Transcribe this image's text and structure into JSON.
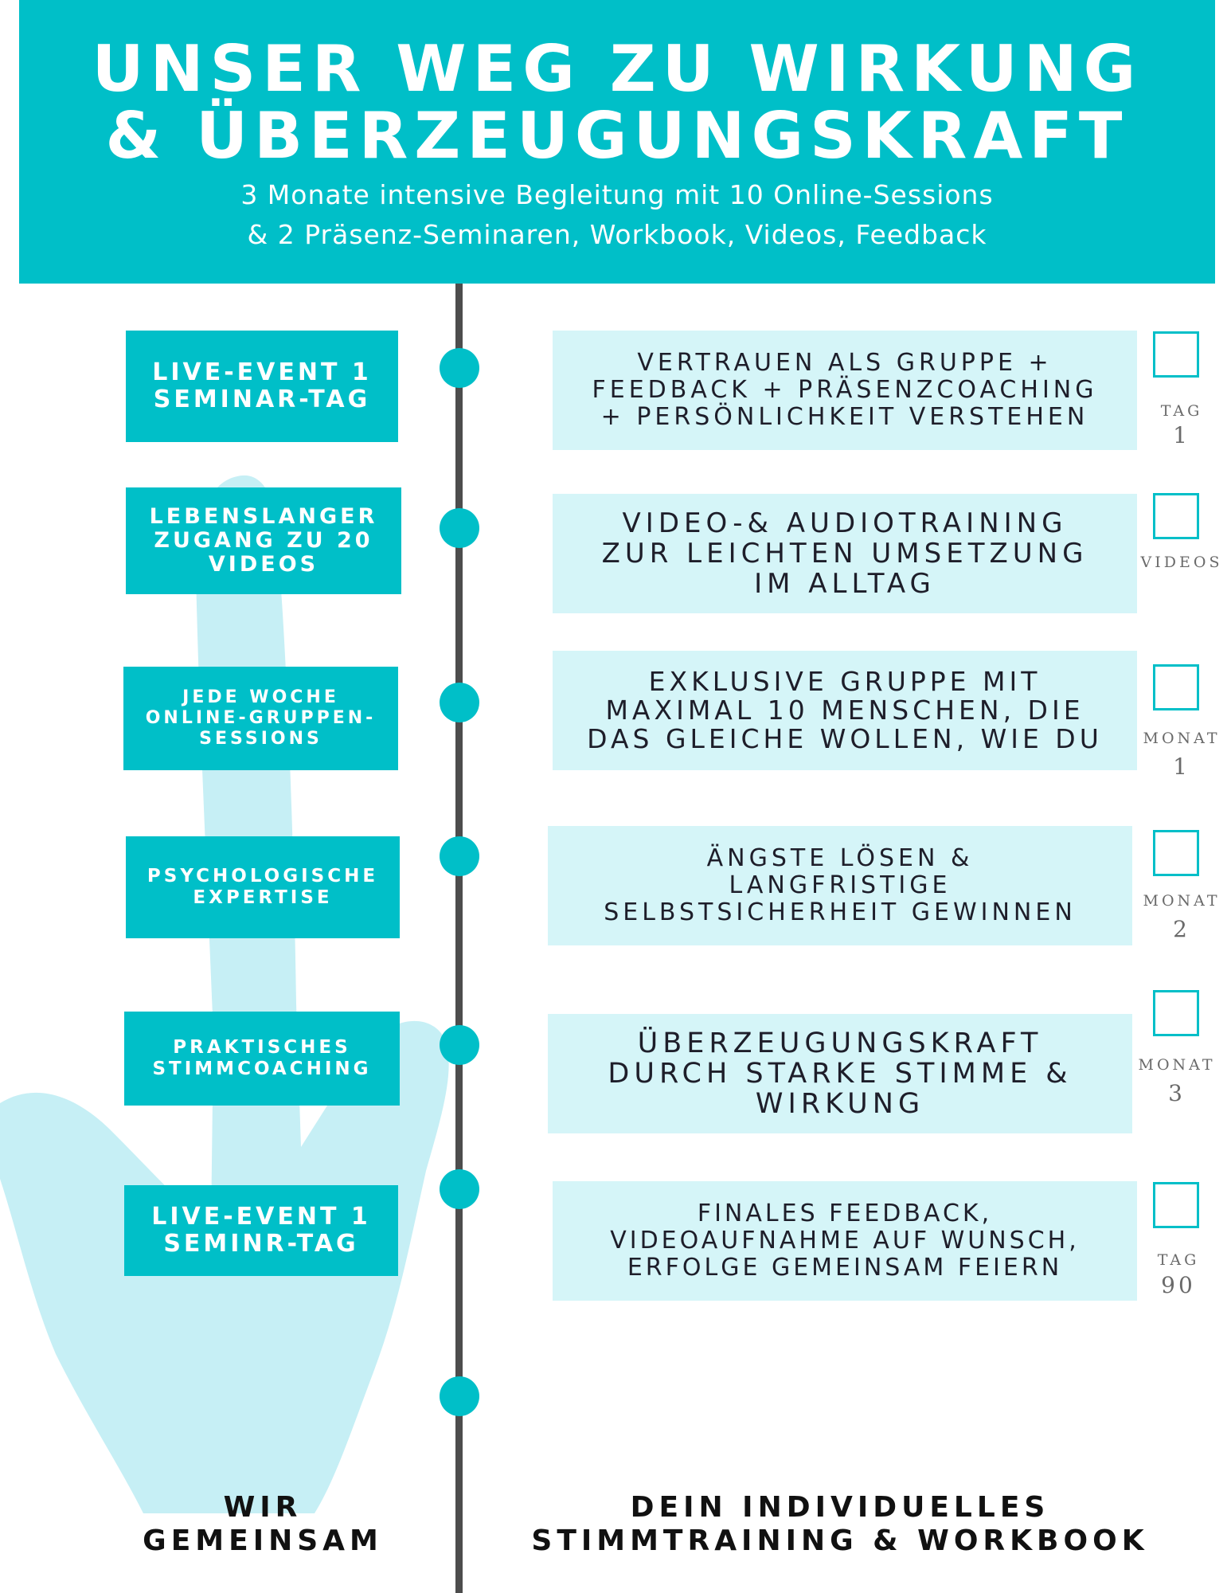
{
  "header": {
    "title_line1": "UNSER WEG ZU WIRKUNG",
    "title_line2": "& ÜBERZEUGUNGSKRAFT",
    "subtitle_line1": "3 Monate intensive Begleitung mit 10 Online-Sessions",
    "subtitle_line2": "& 2 Präsenz-Seminaren, Workbook, Videos, Feedback"
  },
  "left_items": [
    {
      "lines": [
        "LIVE-EVENT 1",
        "SEMINAR-TAG"
      ]
    },
    {
      "lines": [
        "LEBENSLANGER",
        "ZUGANG ZU 20",
        "VIDEOS"
      ]
    },
    {
      "lines": [
        "JEDE WOCHE",
        "ONLINE-GRUPPEN-",
        "SESSIONS"
      ]
    },
    {
      "lines": [
        "PSYCHOLOGISCHE",
        "EXPERTISE"
      ]
    },
    {
      "lines": [
        "PRAKTISCHES",
        "STIMMCOACHING"
      ]
    },
    {
      "lines": [
        "LIVE-EVENT  1",
        "SEMINR-TAG"
      ]
    }
  ],
  "right_items": [
    {
      "lines": [
        "VERTRAUEN ALS GRUPPE +",
        "FEEDBACK + PRÄSENZCOACHING",
        "+ PERSÖNLICHKEIT VERSTEHEN"
      ]
    },
    {
      "lines": [
        "VIDEO-& AUDIOTRAINING",
        "ZUR LEICHTEN UMSETZUNG",
        "IM ALLTAG"
      ]
    },
    {
      "lines": [
        "EXKLUSIVE GRUPPE MIT",
        "MAXIMAL 10 MENSCHEN, DIE",
        "DAS GLEICHE WOLLEN, WIE DU"
      ]
    },
    {
      "lines": [
        "ÄNGSTE LÖSEN &",
        "LANGFRISTIGE",
        "SELBSTSICHERHEIT GEWINNEN"
      ]
    },
    {
      "lines": [
        "ÜBERZEUGUNGSKRAFT",
        "DURCH STARKE STIMME &",
        "WIRKUNG"
      ]
    },
    {
      "lines": [
        "FINALES FEEDBACK,",
        "VIDEOAUFNAHME AUF WUNSCH,",
        "ERFOLGE GEMEINSAM FEIERN"
      ]
    }
  ],
  "milestones": [
    {
      "label": "TAG",
      "number": "1"
    },
    {
      "label": "VIDEOS",
      "number": ""
    },
    {
      "label": "MONAT",
      "number": "1"
    },
    {
      "label": "MONAT",
      "number": "2"
    },
    {
      "label": "MONAT",
      "number": "3"
    },
    {
      "label": "TAG",
      "number": "90"
    }
  ],
  "footer": {
    "left_line1": "WIR",
    "left_line2": "GEMEINSAM",
    "right_line1": "DEIN INDIVIDUELLES",
    "right_line2": "STIMMTRAINING & WORKBOOK"
  },
  "colors": {
    "accent": "#00bfc8",
    "light_box": "#d5f5f8",
    "hand": "#c6eff5",
    "timeline": "#4d4d4d"
  }
}
